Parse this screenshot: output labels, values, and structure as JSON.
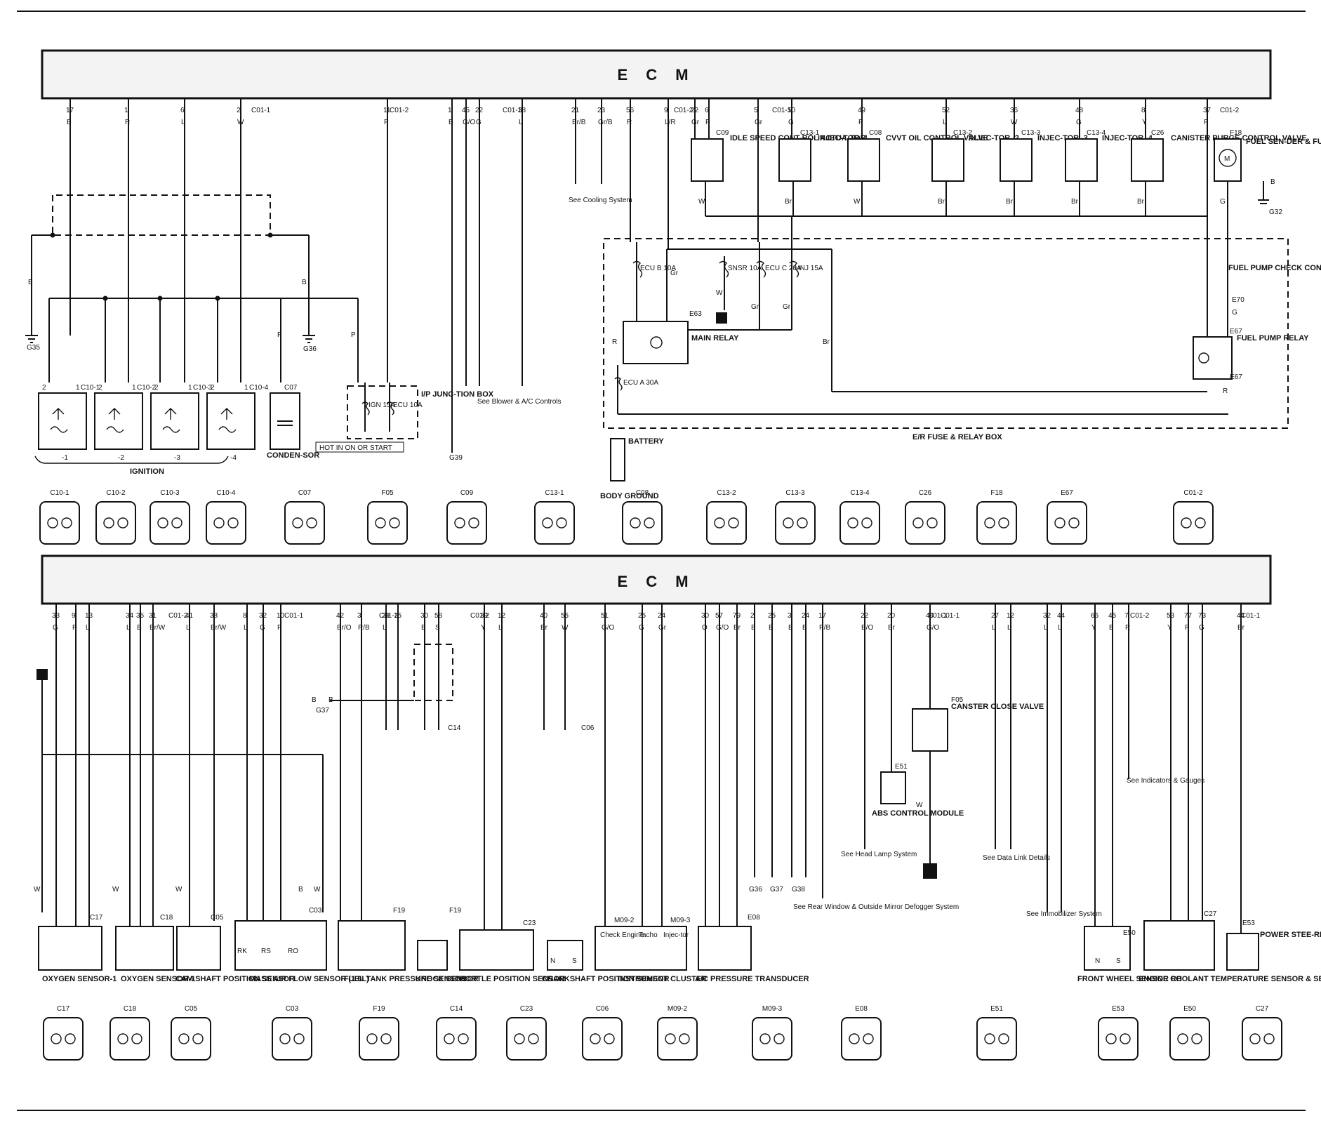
{
  "ecm_top": {
    "label": "E  C  M"
  },
  "ecm_bottom": {
    "label": "E  C  M"
  },
  "top_pins": [
    {
      "pin": "17",
      "color": "B"
    },
    {
      "pin": "1",
      "color": "R"
    },
    {
      "pin": "6",
      "color": "L"
    },
    {
      "pin": "2",
      "color": "W"
    },
    {
      "pin": "11",
      "color": "P"
    },
    {
      "pin": "1",
      "color": "B"
    },
    {
      "pin": "45",
      "color": "G/O"
    },
    {
      "pin": "22",
      "color": "G"
    },
    {
      "pin": "38",
      "color": "L"
    },
    {
      "pin": "21",
      "color": "Br/B"
    },
    {
      "pin": "23",
      "color": "Gr/B"
    },
    {
      "pin": "56",
      "color": "R"
    },
    {
      "pin": "9",
      "color": "L/R"
    },
    {
      "pin": "22",
      "color": "Gr"
    },
    {
      "pin": "6",
      "color": "P"
    },
    {
      "pin": "5",
      "color": "Gr"
    },
    {
      "pin": "50",
      "color": "G"
    },
    {
      "pin": "49",
      "color": "P"
    },
    {
      "pin": "52",
      "color": "L"
    },
    {
      "pin": "36",
      "color": "W"
    },
    {
      "pin": "48",
      "color": "G"
    },
    {
      "pin": "8",
      "color": "Y"
    },
    {
      "pin": "37",
      "color": "P"
    }
  ],
  "top_connector_refs": [
    "C01-1",
    "C01-2",
    "C01-1",
    "C01-2",
    "C01-1",
    "C01-2"
  ],
  "top_components": {
    "idle": "IDLE SPEED CONT-ROL ACTUA-TOR",
    "inj1": "INJEC-TOR -1",
    "cvvt": "CVVT OIL CONTROL VALVE",
    "inj2": "INJEC-TOR -2",
    "inj3": "INJEC-TOR -3",
    "inj4": "INJEC-TOR -4",
    "canister": "CANISTER PURGE CONTROL VALVE",
    "fuel_sender": "FUEL SEN-DER & FUEL PUMP MOTOR",
    "main_relay": "MAIN RELAY",
    "fuel_pump_relay": "FUEL PUMP RELAY",
    "fuel_pump_check": "FUEL PUMP CHECK CONNECTOR",
    "battery": "BATTERY",
    "body_ground": "BODY GROUND",
    "er_box": "E/R FUSE & RELAY BOX",
    "ip_box": "I/P JUNC-TION BOX",
    "hot": "HOT IN ON OR START",
    "ignition": "IGNITION",
    "condenser": "CONDEN-SOR"
  },
  "fuses": {
    "ecu_b": "ECU B 10A",
    "snsr": "SNSR 10A",
    "ecu_c": "ECU C 20A",
    "inj": "INJ 15A",
    "ecu_a": "ECU A 30A",
    "ign": "IGN 15A",
    "ecu_ip": "ECU 10A"
  },
  "top_refs": {
    "cooling": "See Cooling System",
    "blower": "See Blower & A/C Controls"
  },
  "top_grounds": [
    "G35",
    "G36",
    "G39",
    "G32"
  ],
  "top_wire_colors": {
    "b1": "B",
    "b2": "B",
    "p1": "P",
    "p2": "P",
    "w1": "W",
    "br1": "Br",
    "w2": "W",
    "br2": "Br",
    "br3": "Br",
    "br4": "Br",
    "br5": "Br",
    "gr1": "Gr",
    "gr2": "Gr",
    "gr3": "Gr",
    "r1": "R",
    "w3": "W",
    "br6": "Br",
    "g1": "G",
    "g2": "G",
    "r2": "R",
    "b3": "B"
  },
  "top_conn_ids": {
    "c09": "C09",
    "c131": "C13-1",
    "c08": "C08",
    "c132": "C13-2",
    "c133": "C13-3",
    "c134": "C13-4",
    "c26": "C26",
    "f18": "F18",
    "e63": "E63",
    "e70": "E70",
    "e67": "E67",
    "c101": "C10-1",
    "c102": "C10-2",
    "c103": "C10-3",
    "c104": "C10-4",
    "c07": "C07"
  },
  "ign_labels": [
    "-1",
    "-2",
    "-3",
    "-4"
  ],
  "connectors_row1": [
    "C10-1",
    "C10-2",
    "C10-3",
    "C10-4",
    "C07",
    "F05",
    "C09",
    "C13-1",
    "C08",
    "C13-2",
    "C13-3",
    "C13-4",
    "C26",
    "F18",
    "E67",
    "C01-2"
  ],
  "bottom_pins": [
    {
      "pin": "33",
      "color": "G"
    },
    {
      "pin": "9",
      "color": "P"
    },
    {
      "pin": "13",
      "color": "L"
    },
    {
      "pin": "34",
      "color": "L"
    },
    {
      "pin": "35",
      "color": "B"
    },
    {
      "pin": "31",
      "color": "Br/W"
    },
    {
      "pin": "41",
      "color": "L"
    },
    {
      "pin": "38",
      "color": "Br/W"
    },
    {
      "pin": "8",
      "color": "L"
    },
    {
      "pin": "32",
      "color": "G"
    },
    {
      "pin": "10",
      "color": "P"
    },
    {
      "pin": "42",
      "color": "Br/O"
    },
    {
      "pin": "3",
      "color": "R/B"
    },
    {
      "pin": "29",
      "color": "L"
    },
    {
      "pin": "15",
      "color": ""
    },
    {
      "pin": "30",
      "color": "B"
    },
    {
      "pin": "58",
      "color": "S"
    },
    {
      "pin": "39",
      "color": "Y"
    },
    {
      "pin": "12",
      "color": "L"
    },
    {
      "pin": "40",
      "color": "Br"
    },
    {
      "pin": "55",
      "color": "W"
    },
    {
      "pin": "51",
      "color": "G/O"
    },
    {
      "pin": "25",
      "color": "G"
    },
    {
      "pin": "24",
      "color": "Gr"
    },
    {
      "pin": "30",
      "color": "O"
    },
    {
      "pin": "57",
      "color": "G/O"
    },
    {
      "pin": "79",
      "color": "Br"
    },
    {
      "pin": "2",
      "color": "B"
    },
    {
      "pin": "25",
      "color": "B"
    },
    {
      "pin": "3",
      "color": "B"
    },
    {
      "pin": "24",
      "color": "B"
    },
    {
      "pin": "17",
      "color": "P/B"
    },
    {
      "pin": "22",
      "color": "B/O"
    },
    {
      "pin": "20",
      "color": "Br"
    },
    {
      "pin": "48",
      "color": "G/O"
    },
    {
      "pin": "27",
      "color": "L"
    },
    {
      "pin": "12",
      "color": "L"
    },
    {
      "pin": "32",
      "color": "L"
    },
    {
      "pin": "44",
      "color": "L"
    },
    {
      "pin": "66",
      "color": "Y"
    },
    {
      "pin": "45",
      "color": "B"
    },
    {
      "pin": "7",
      "color": "R"
    },
    {
      "pin": "53",
      "color": "Y"
    },
    {
      "pin": "77",
      "color": "P"
    },
    {
      "pin": "73",
      "color": "G"
    },
    {
      "pin": "44",
      "color": "Br"
    }
  ],
  "bottom_connector_refs": [
    "C01-2",
    "C01-1",
    "C01-2",
    "C01-1",
    "C01-2",
    "C01-1",
    "C01-2",
    "C01-1"
  ],
  "bottom_components": {
    "o2_1": "OXYGEN SENSOR-1",
    "o2_2": "OXYGEN SENSOR-1",
    "cam": "CAM SHAFT POSITION SENSOR",
    "maf": "MASS AIR FLOW SENSOR (1.6L)",
    "ftp": "FUEL TANK PRESSURE SENSOR",
    "knock": "KNOCK SENSOR",
    "tps": "THORTLE POSITION SENSOR",
    "ckp": "CRANKSHAFT POSITION SENSOR",
    "cluster": "INSTRUMENT CLUSTER",
    "ac": "A/C PRESSURE TRANSDUCER",
    "abs": "ABS CONTROL MODULE",
    "canister_close": "CANSTER CLOSE VALVE",
    "wheel": "FRONT WHEEL SENSOR RH",
    "coolant": "ENGINE COOLANT TEMPERATURE SENSOR & SENDER",
    "ps": "POWER STEE-RING SWITCH",
    "check_engine": "Check Engine",
    "tacho": "Tacho",
    "injector": "Injec-tor"
  },
  "bottom_refs": {
    "head": "See Head Lamp System",
    "rear": "See Rear Window & Outside Mirror Defogger System",
    "datalink": "See Data Link Details",
    "immob": "See Immobilizer System",
    "indic": "See Indicators & Gauges"
  },
  "bottom_grounds": [
    "G37",
    "G36",
    "G37",
    "G38"
  ],
  "bottom_conn_ids": {
    "c17": "C17",
    "c18": "C18",
    "c05": "C05",
    "c03": "C03",
    "f19": "F19",
    "c14": "C14",
    "c23": "C23",
    "c06": "C06",
    "m092": "M09-2",
    "m093": "M09-3",
    "e08": "E08",
    "e51": "E51",
    "f05": "F05",
    "e50": "E50",
    "c27": "C27",
    "e53": "E53"
  },
  "bottom_wire_colors": {
    "w1": "W",
    "w2": "W",
    "w3": "W",
    "b1": "B",
    "w4": "W",
    "b2": "B",
    "b3": "B",
    "w5": "W"
  },
  "maf_pins": [
    "RK",
    "RS",
    "RO"
  ],
  "ckp_pins": [
    "N",
    "S"
  ],
  "wheel_pins": [
    "N",
    "S"
  ],
  "marker": "1",
  "connectors_row2": [
    "C17",
    "C18",
    "C05",
    "C03",
    "F19",
    "C14",
    "C23",
    "C06",
    "M09-2",
    "M09-3",
    "E08",
    "E51",
    "E53",
    "E50",
    "C27"
  ]
}
